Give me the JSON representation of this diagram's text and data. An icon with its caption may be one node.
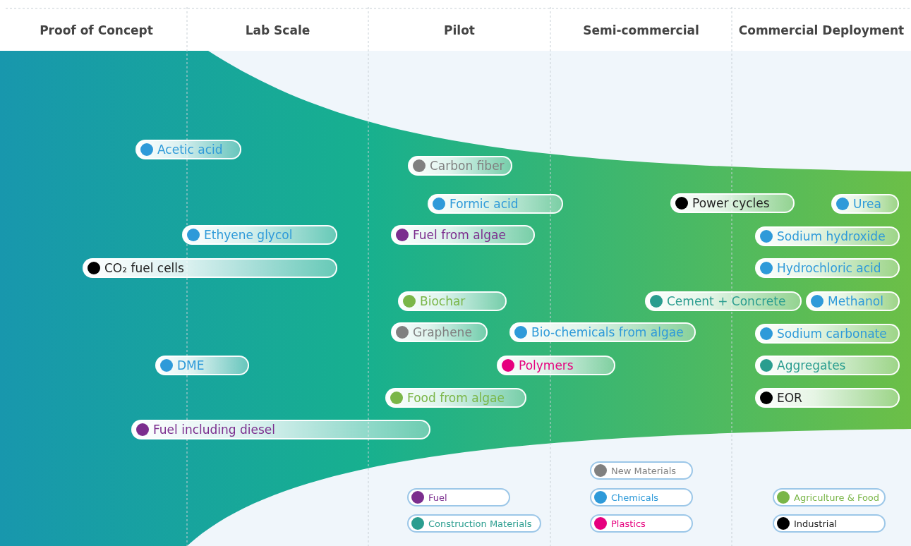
{
  "diagram": {
    "nodes": [
      {
        "text": [
          "Acetic acid"
        ]
      },
      {
        "text": [
          "Carbon fiber"
        ]
      },
      {
        "text": [
          "Formic acid"
        ]
      },
      {
        "text": [
          "Power cycles"
        ]
      },
      {
        "text": [
          "Urea"
        ]
      },
      {
        "text": [
          "Ethyene glycol"
        ]
      },
      {
        "text": [
          "Fuel from algae"
        ]
      },
      {
        "text": [
          "Sodium hydroxide"
        ]
      },
      {
        "text": [
          "CO₂ fuel cells"
        ]
      },
      {
        "text": [
          "Hydrochloric acid"
        ]
      },
      {
        "text": [
          "Biochar"
        ]
      },
      {
        "text": [
          "Cement + Concrete"
        ]
      },
      {
        "text": [
          "Methanol"
        ]
      },
      {
        "text": [
          "Graphene"
        ]
      },
      {
        "text": [
          "Bio-chemicals from algae"
        ]
      },
      {
        "text": [
          "Sodium carbonate"
        ]
      },
      {
        "text": [
          "DME"
        ]
      },
      {
        "text": [
          "Polymers"
        ]
      },
      {
        "text": [
          "Aggregates"
        ]
      },
      {
        "text": [
          "Food from algae"
        ]
      },
      {
        "text": [
          "EOR"
        ]
      },
      {
        "text": [
          "Fuel including diesel"
        ]
      }
    ],
    "edges": [],
    "labels": [
      "Proof of Concept",
      "Lab Scale",
      "Pilot",
      "Semi-commercial",
      "Commercial Deployment"
    ],
    "legend": [
      {
        "text": "New Materials",
        "color": "#808080"
      },
      {
        "text": "Fuel",
        "color": "#7b2d8e"
      },
      {
        "text": "Chemicals",
        "color": "#2e9ad9"
      },
      {
        "text": "Agriculture & Food",
        "color": "#7ab648"
      },
      {
        "text": "Construction Materials",
        "color": "#2a9d8f"
      },
      {
        "text": "Plastics",
        "color": "#e6007e"
      },
      {
        "text": "Industrial",
        "color": "#000000"
      }
    ]
  }
}
